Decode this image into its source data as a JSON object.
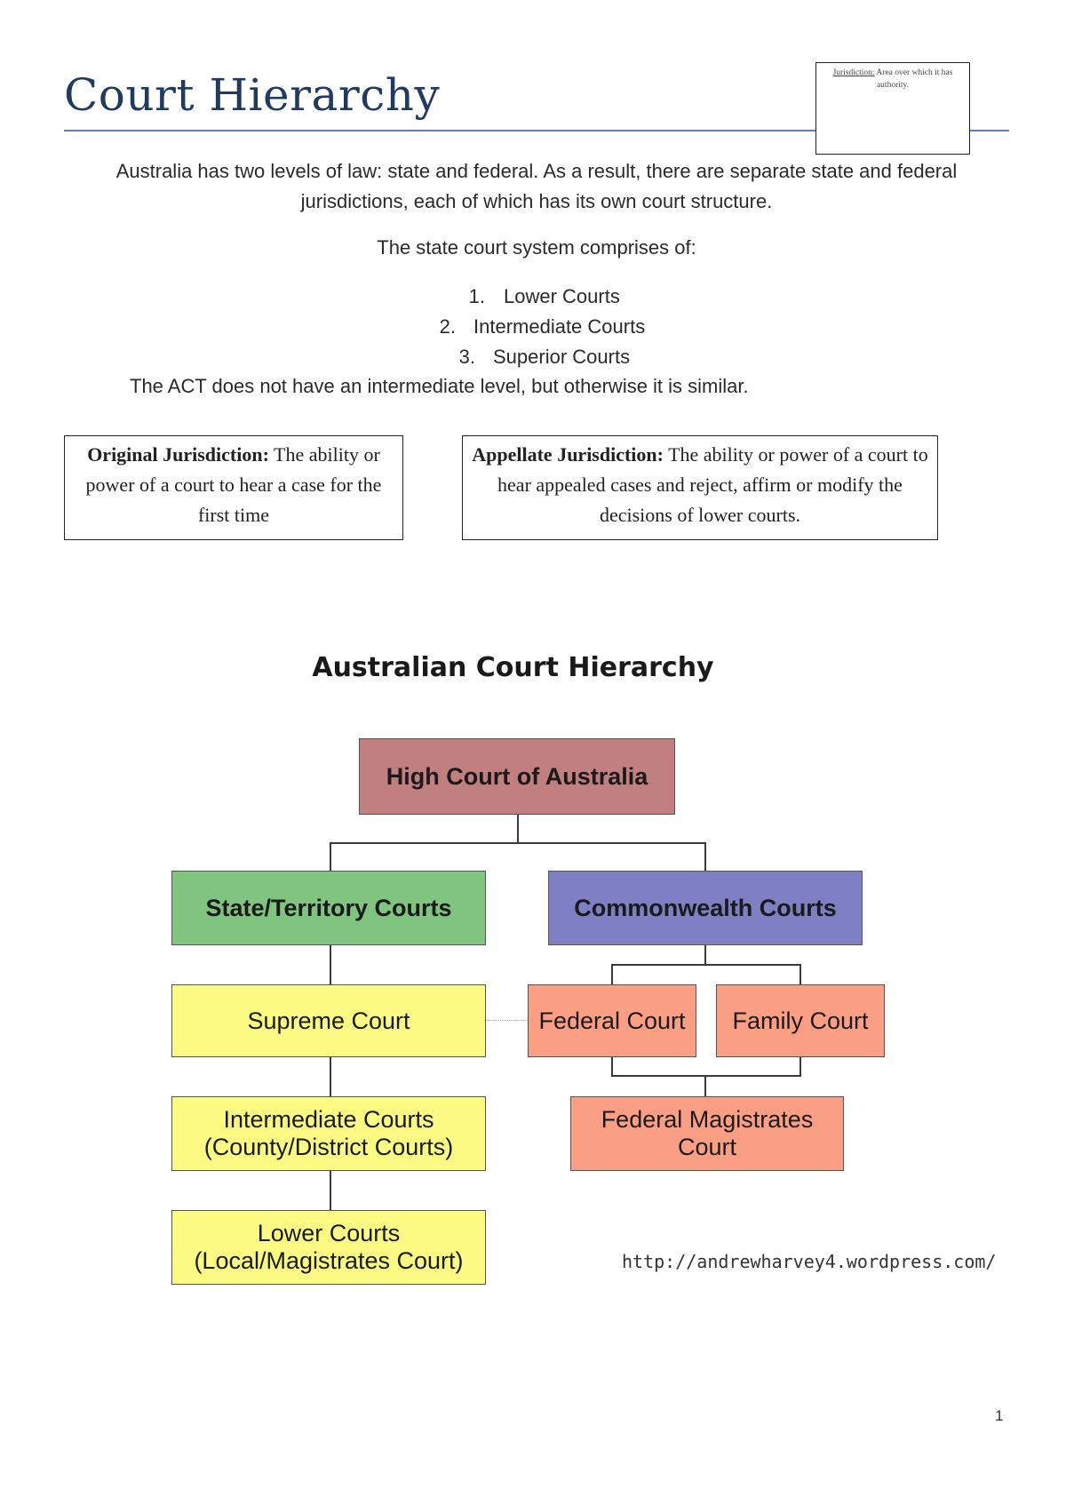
{
  "document": {
    "title": "Court Hierarchy",
    "note": {
      "term": "Jurisdiction:",
      "definition": "Area over which it has authority."
    },
    "intro": "Australia has two levels of law: state and federal. As a result, there are separate state and federal jurisdictions, each of which has its own court structure.",
    "state_system_intro": "The state court system comprises of:",
    "state_courts_list": [
      {
        "num": "1.",
        "label": "Lower Courts"
      },
      {
        "num": "2.",
        "label": "Intermediate Courts"
      },
      {
        "num": "3.",
        "label": "Superior Courts"
      }
    ],
    "act_note": "The ACT does not have an intermediate level, but otherwise it is similar.",
    "definitions": {
      "original": {
        "term": "Original Jurisdiction:",
        "text": "The ability or power of a court to hear a case for the first time"
      },
      "appellate": {
        "term": "Appellate Jurisdiction:",
        "text": "The ability or power of a court to hear appealed cases and reject, affirm or modify the decisions of lower courts."
      }
    },
    "page_number": "1"
  },
  "diagram": {
    "title": "Australian Court Hierarchy",
    "nodes": {
      "high_court": "High Court of Australia",
      "state_territory": "State/Territory Courts",
      "commonwealth": "Commonwealth Courts",
      "supreme": "Supreme Court",
      "federal": "Federal Court",
      "family": "Family Court",
      "intermediate_line1": "Intermediate Courts",
      "intermediate_line2": "(County/District Courts)",
      "magistrates_line1": "Federal Magistrates",
      "magistrates_line2": "Court",
      "lower_line1": "Lower Courts",
      "lower_line2": "(Local/Magistrates Court)"
    },
    "source_url": "http://andrewharvey4.wordpress.com/",
    "colors": {
      "high_court": "#c17f7f",
      "state_territory": "#7fc47f",
      "commonwealth": "#7f7fc4",
      "state_levels": "#fbfb84",
      "federal_levels": "#fb9f84"
    }
  }
}
